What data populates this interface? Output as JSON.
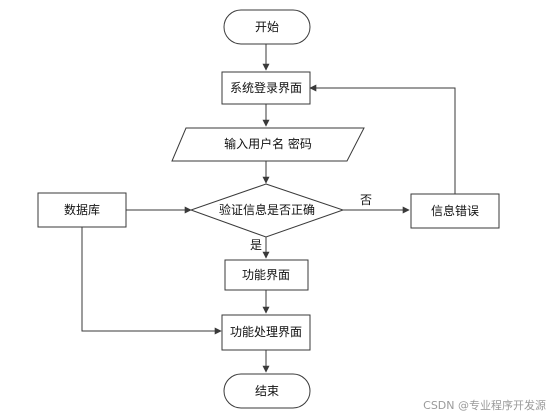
{
  "nodes": {
    "start": "开始",
    "login": "系统登录界面",
    "input": "输入用户名 密码",
    "verify": "验证信息是否正确",
    "database": "数据库",
    "error": "信息错误",
    "func_ui": "功能界面",
    "func_process": "功能处理界面",
    "end": "结束"
  },
  "edge_labels": {
    "no": "否",
    "yes": "是"
  },
  "watermark": "CSDN @专业程序开发源"
}
